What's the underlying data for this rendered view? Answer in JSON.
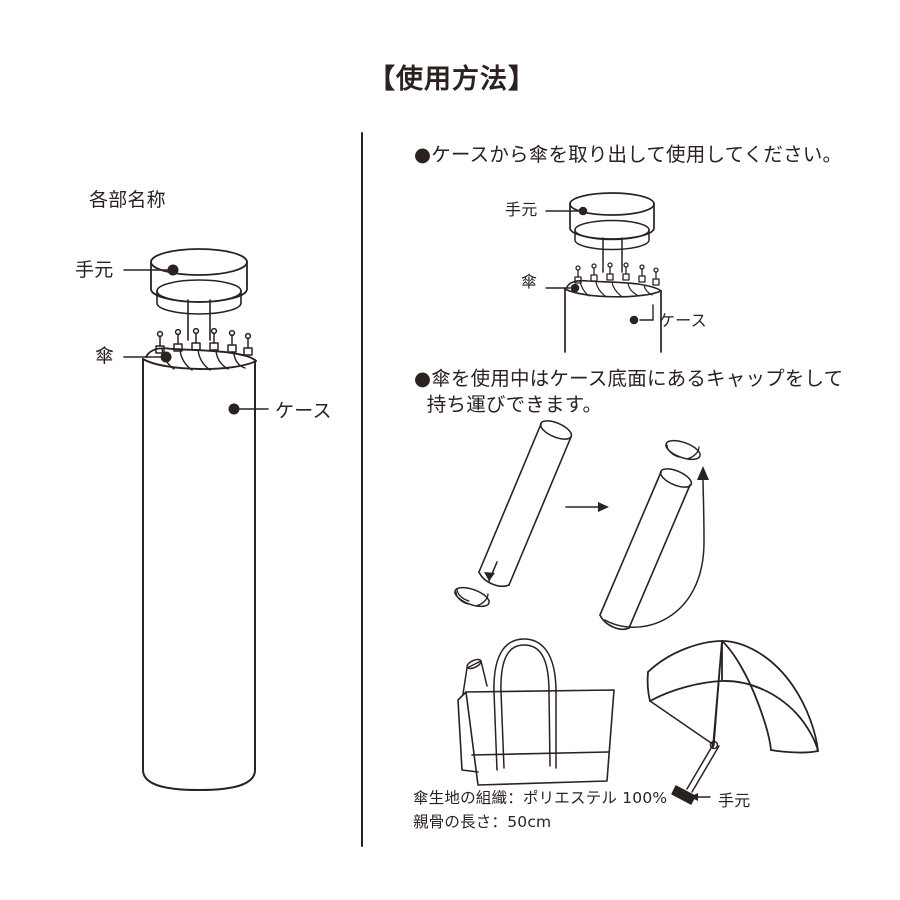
{
  "page": {
    "title": "【使用方法】",
    "bg_color": "#ffffff",
    "ink_color": "#2b2220"
  },
  "left_panel": {
    "heading": "各部名称",
    "labels": {
      "handle": "手元",
      "umbrella": "傘",
      "case": "ケース"
    }
  },
  "right_panel": {
    "bullets": [
      {
        "marker": "●",
        "line1": "●ケースから傘を取り出して使用してください。",
        "line2": ""
      },
      {
        "marker": "●",
        "line1": "●傘を使用中はケース底面にあるキャップをして",
        "line2": "  持ち運びできます。"
      }
    ],
    "diagram1_labels": {
      "handle": "手元",
      "umbrella": "傘",
      "case": "ケース"
    },
    "diagram3_labels": {
      "handle": "手元"
    },
    "specs": [
      "傘生地の組織：ポリエステル 100%",
      "親骨の長さ：50cm"
    ]
  }
}
